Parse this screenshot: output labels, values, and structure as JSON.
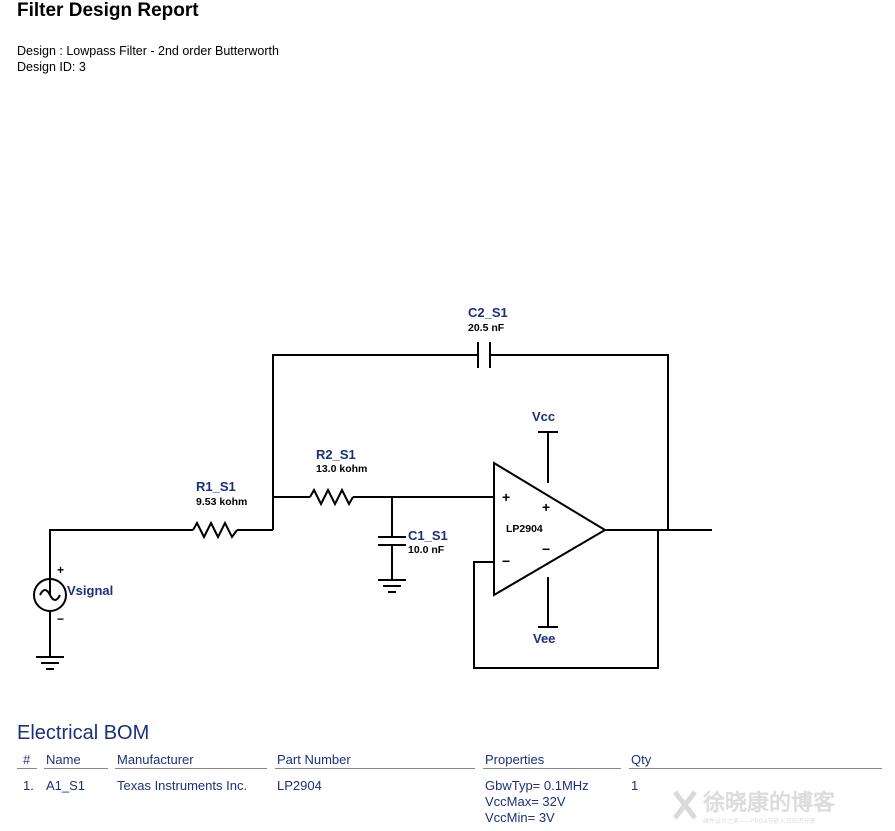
{
  "report": {
    "title": "Filter Design Report",
    "design_line": "Design : Lowpass Filter - 2nd order Butterworth",
    "design_id_line": "Design ID: 3"
  },
  "schematic": {
    "c2": {
      "name": "C2_S1",
      "value": "20.5 nF"
    },
    "r1": {
      "name": "R1_S1",
      "value": "9.53 kohm"
    },
    "r2": {
      "name": "R2_S1",
      "value": "13.0 kohm"
    },
    "c1": {
      "name": "C1_S1",
      "value": "10.0 nF"
    },
    "opamp": {
      "part": "LP2904",
      "plus": "+",
      "minus": "−",
      "pin_plus": "+",
      "pin_minus": "−"
    },
    "vcc": "Vcc",
    "vee": "Vee",
    "source": {
      "name": "Vsignal",
      "plus": "+",
      "minus": "−"
    },
    "colors": {
      "label": "#1c2f7c",
      "wire": "#000000"
    }
  },
  "bom": {
    "title": "Electrical BOM",
    "headers": [
      "#",
      "Name",
      "Manufacturer",
      "Part Number",
      "Properties",
      "Qty"
    ],
    "rows": [
      {
        "index": "1.",
        "name": "A1_S1",
        "manufacturer": "Texas Instruments Inc.",
        "part_number": "LP2904",
        "properties": [
          "GbwTyp= 0.1MHz",
          "VccMax= 32V",
          "VccMin= 3V"
        ],
        "qty": "1"
      }
    ]
  },
  "watermark": {
    "text": "徐晓康的博客",
    "subtext": "硬件设计之美——FPGA与嵌入式知识分享"
  }
}
